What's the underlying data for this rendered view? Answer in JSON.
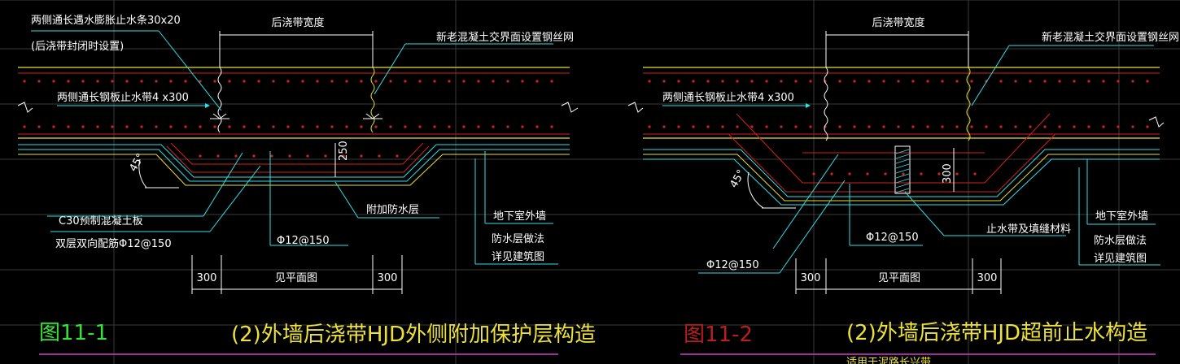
{
  "colors": {
    "background": "#000000",
    "grid": "#3a3a3a",
    "concrete_red": "#d0231f",
    "yellow": "#e8e030",
    "cyan": "#30e0e8",
    "white": "#ffffff",
    "green": "#36e23a",
    "magenta": "#d23cd2",
    "dark_red": "#b81e1e",
    "title_yellow": "#ece23a"
  },
  "left": {
    "waterstop_strip_label": "两侧通长遇水膨胀止水条30x20",
    "waterstop_strip_note": "(后浇带封闭时设置)",
    "width_label": "后浇带宽度",
    "mesh_label": "新老混凝土交界面设置钢丝网",
    "steel_plate_label": "两侧通长钢板止水带4 x300",
    "angle_label": "45°",
    "depth_label": "250",
    "extra_waterproof_label": "附加防水层",
    "precast_label": "C30预制混凝土板",
    "rebar_label": "双层双向配筋Φ12@150",
    "rebar_spacing_label": "Φ12@150",
    "wall_label": "地下室外墙",
    "waterproof_method_label": "防水层做法",
    "see_arch_label": "详见建筑图",
    "dim_left": "300",
    "dim_center": "见平面图",
    "dim_right": "300",
    "figure_number": "图11-1",
    "figure_title": "(2)外墙后浇带HJD外侧附加保护层构造"
  },
  "right": {
    "width_label": "后浇带宽度",
    "mesh_label": "新老混凝土交界面设置钢丝网",
    "steel_plate_label": "两侧通长钢板止水带4 x300",
    "angle_label": "45°",
    "depth_label": "300",
    "waterstop_fill_label": "止水带及填缝材料",
    "rebar_spacing_label": "Φ12@150",
    "rebar_spacing_label_2": "Φ12@150",
    "wall_label": "地下室外墙",
    "waterproof_method_label": "防水层做法",
    "see_arch_label": "详见建筑图",
    "dim_left": "300",
    "dim_center": "见平面图",
    "dim_right": "300",
    "figure_number": "图11-2",
    "figure_title": "(2)外墙后浇带HJD超前止水构造",
    "cutoff_text": "适用于泥路长兴带"
  }
}
